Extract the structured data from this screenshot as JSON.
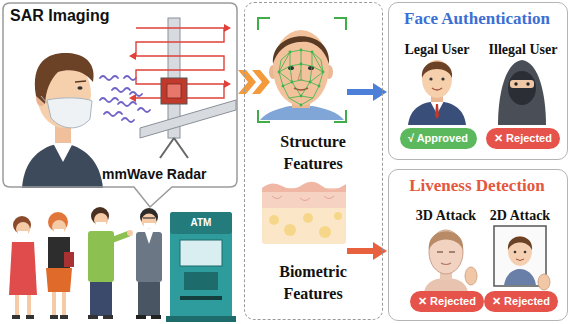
{
  "diagram": {
    "nodes": [
      {
        "text": [
          "SAR Imaging",
          "mmWave Radar"
        ]
      },
      {
        "text": [
          "Structure Features",
          "Biometric Features"
        ]
      },
      {
        "text": [
          "Face Authentication"
        ]
      },
      {
        "text": [
          "√ Approved"
        ],
        "in": 2
      },
      {
        "text": [
          "✕ Rejected"
        ],
        "in": 2
      },
      {
        "text": [
          "Liveness Detection"
        ]
      },
      {
        "text": [
          "✕ Rejected"
        ],
        "in": 5
      },
      {
        "text": [
          "✕ Rejected"
        ],
        "in": 5
      }
    ],
    "edges": [
      {
        "from": 0,
        "to": 1,
        "arrow": "to"
      },
      {
        "from": 1,
        "to": 2,
        "arrow": "to"
      },
      {
        "from": 1,
        "to": 5,
        "arrow": "to"
      }
    ],
    "labels": [
      "Legal User",
      "Illegal User",
      "3D Attack",
      "2D Attack",
      "ATM"
    ]
  }
}
